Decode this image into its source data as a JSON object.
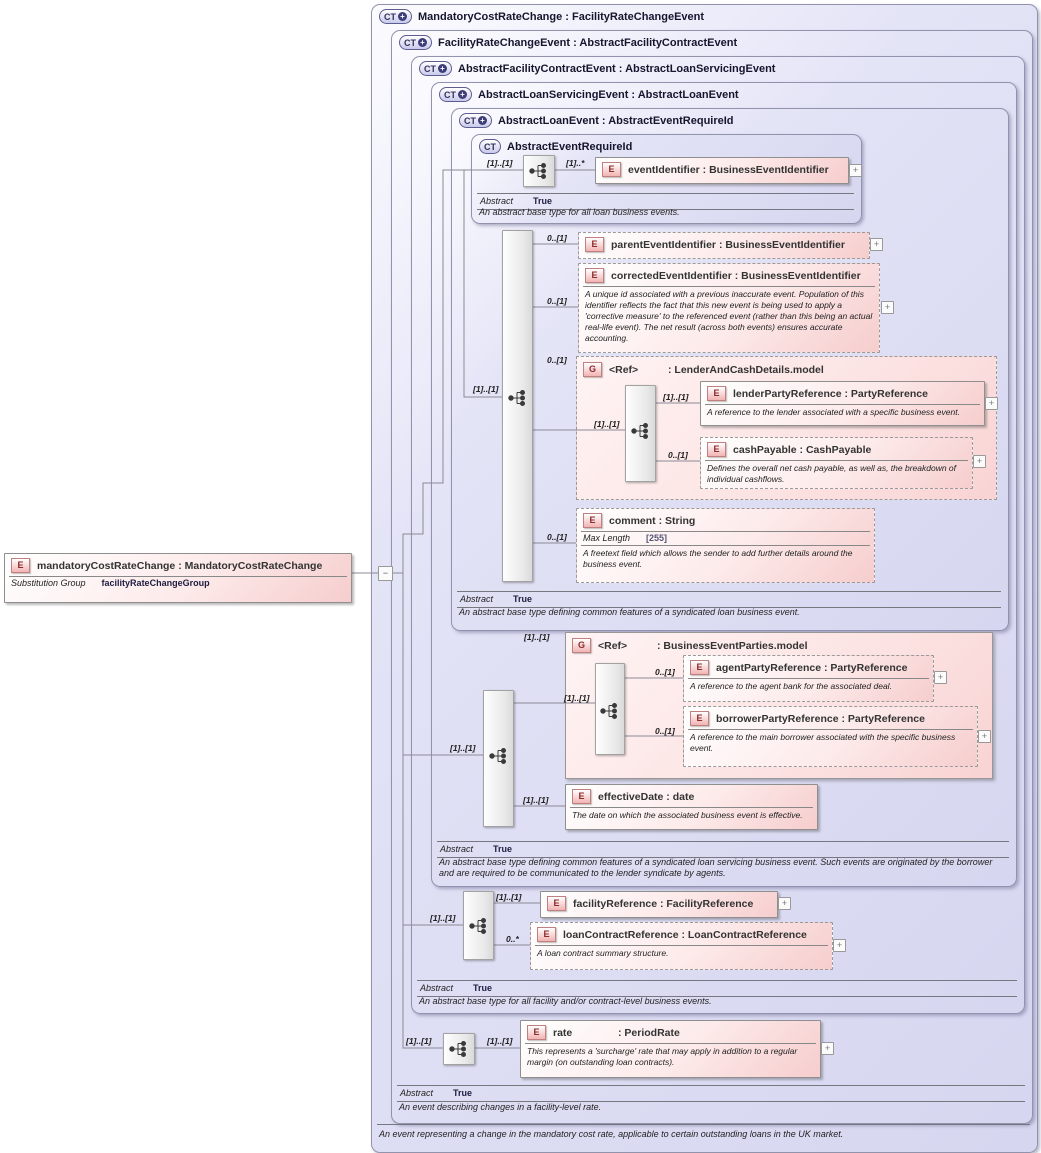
{
  "badges": {
    "ct": "CT",
    "e": "E",
    "g": "G"
  },
  "icons": {
    "plus": "+",
    "expand": "+",
    "collapse": "−"
  },
  "containers": {
    "mandatoryCostRateChange": {
      "title": "MandatoryCostRateChange : FacilityRateChangeEvent",
      "annotation": "An event representing a change in the mandatory cost rate, applicable to certain outstanding loans in the UK market."
    },
    "facilityRateChangeEvent": {
      "title": "FacilityRateChangeEvent : AbstractFacilityContractEvent",
      "abstract_label": "Abstract",
      "abstract_value": "True",
      "annotation": "An event describing changes in a facility-level rate."
    },
    "abstractFacilityContractEvent": {
      "title": "AbstractFacilityContractEvent : AbstractLoanServicingEvent",
      "abstract_label": "Abstract",
      "abstract_value": "True",
      "annotation": "An abstract base type for all facility and/or contract-level business events."
    },
    "abstractLoanServicingEvent": {
      "title": "AbstractLoanServicingEvent : AbstractLoanEvent",
      "abstract_label": "Abstract",
      "abstract_value": "True",
      "annotation": "An abstract base type defining common features of a syndicated loan servicing business event. Such events are originated by the borrower and are required to be communicated to the lender syndicate by agents."
    },
    "abstractLoanEvent": {
      "title": "AbstractLoanEvent : AbstractEventRequireId",
      "abstract_label": "Abstract",
      "abstract_value": "True",
      "annotation": "An abstract base type defining common features of a syndicated loan business event."
    },
    "abstractEventRequireId": {
      "title": "AbstractEventRequireId",
      "abstract_label": "Abstract",
      "abstract_value": "True",
      "annotation": "An abstract base type for all loan business events."
    }
  },
  "element_left": {
    "name": "mandatoryCostRateChange : MandatoryCostRateChange",
    "sub_group_label": "Substitution Group",
    "sub_group_value": "facilityRateChangeGroup"
  },
  "groups": {
    "lenderAndCashDetails": {
      "ref": "<Ref>",
      "type": ": LenderAndCashDetails.model"
    },
    "businessEventParties": {
      "ref": "<Ref>",
      "type": ": BusinessEventParties.model"
    }
  },
  "elements": {
    "eventIdentifier": {
      "name": "eventIdentifier : BusinessEventIdentifier"
    },
    "parentEventIdentifier": {
      "name": "parentEventIdentifier : BusinessEventIdentifier"
    },
    "correctedEventIdentifier": {
      "name": "correctedEventIdentifier : BusinessEventIdentifier",
      "annotation": "A unique id associated with a previous inaccurate event. Population of this identifier reflects the fact that this new event is being used to apply a 'corrective measure' to the referenced event (rather than this being an actual real-life event). The net result (across both events) ensures accurate accounting."
    },
    "lenderPartyReference": {
      "name": "lenderPartyReference : PartyReference",
      "annotation": "A reference to the lender associated with a specific business event."
    },
    "cashPayable": {
      "name": "cashPayable : CashPayable",
      "annotation": "Defines the overall net cash payable, as well as, the breakdown of individual cashflows."
    },
    "comment": {
      "name": "comment : String",
      "max_length_label": "Max Length",
      "max_length_value": "[255]",
      "annotation": "A freetext field which allows the sender to add further details around the business event."
    },
    "agentPartyReference": {
      "name": "agentPartyReference : PartyReference",
      "annotation": "A reference to the agent bank for the associated deal."
    },
    "borrowerPartyReference": {
      "name": "borrowerPartyReference : PartyReference",
      "annotation": "A reference to the main borrower associated with the specific business event."
    },
    "effectiveDate": {
      "name": "effectiveDate : date",
      "annotation": "The date on which the associated business event is effective."
    },
    "facilityReference": {
      "name": "facilityReference : FacilityReference"
    },
    "loanContractReference": {
      "name": "loanContractReference : LoanContractReference",
      "annotation": "A loan contract summary structure."
    },
    "rate": {
      "name_part": "rate",
      "type_part": ": PeriodRate",
      "annotation": "This represents a 'surcharge' rate that may apply in addition to a regular margin (on outstanding loan contracts)."
    }
  },
  "cardinalities": {
    "eventIdentifier_left": "[1]..[1]",
    "eventIdentifier_right": "[1]..*",
    "parentEventIdentifier": "0..[1]",
    "correctedEventIdentifier": "0..[1]",
    "lacd_group": "0..[1]",
    "lacd_seq": "[1]..[1]",
    "lenderPartyReference": "[1]..[1]",
    "cashPayable": "0..[1]",
    "comment": "0..[1]",
    "ale_seq": "[1]..[1]",
    "bep_group": "[1]..[1]",
    "bep_seq": "[1]..[1]",
    "agentPartyReference": "0..[1]",
    "borrowerPartyReference": "0..[1]",
    "alse_seq": "[1]..[1]",
    "effectiveDate": "[1]..[1]",
    "afce_seq": "[1]..[1]",
    "facilityReference": "[1]..[1]",
    "loanContractReference": "0..*",
    "frce_seq_left": "[1]..[1]",
    "rate": "[1]..[1]"
  }
}
